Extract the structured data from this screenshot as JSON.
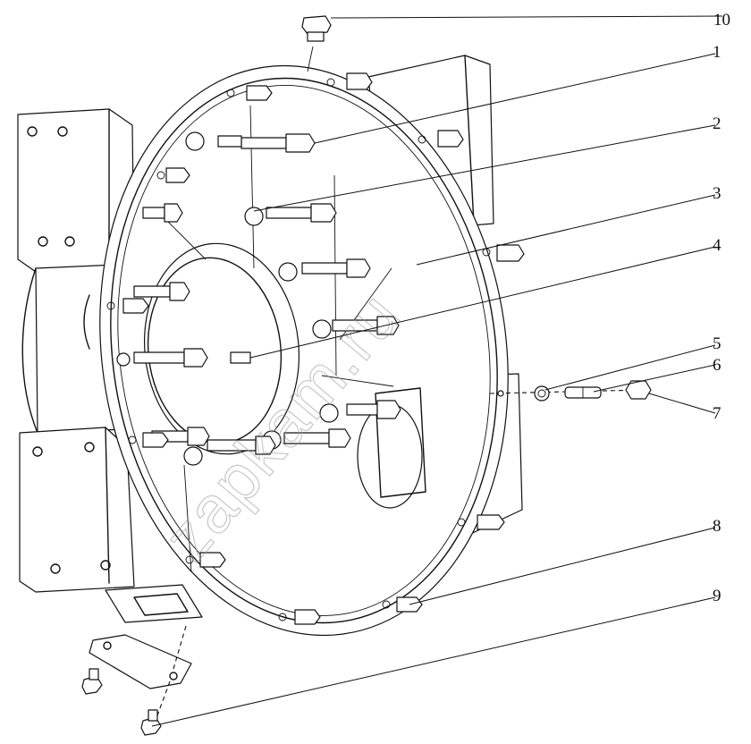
{
  "callouts": [
    {
      "id": "1",
      "label": "1"
    },
    {
      "id": "2",
      "label": "2"
    },
    {
      "id": "3",
      "label": "3"
    },
    {
      "id": "4",
      "label": "4"
    },
    {
      "id": "5",
      "label": "5"
    },
    {
      "id": "6",
      "label": "6"
    },
    {
      "id": "7",
      "label": "7"
    },
    {
      "id": "8",
      "label": "8"
    },
    {
      "id": "9",
      "label": "9"
    },
    {
      "id": "10",
      "label": "10"
    }
  ],
  "watermark": "zapkam.ru",
  "colors": {
    "line": "#111111",
    "background": "#ffffff",
    "watermark": "#9a9a9a"
  }
}
